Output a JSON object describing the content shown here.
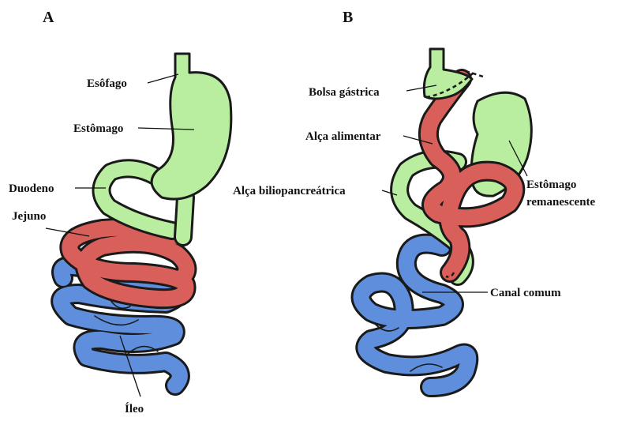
{
  "panel_a": {
    "letter": "A",
    "labels": {
      "esophagus": "Esôfago",
      "stomach": "Estômago",
      "duodenum": "Duodeno",
      "jejunum": "Jejuno",
      "ileum": "Íleo"
    }
  },
  "panel_b": {
    "letter": "B",
    "labels": {
      "gastric_pouch": "Bolsa gástrica",
      "alimentary_limb": "Alça alimentar",
      "biliopancreatic_limb": "Alça biliopancreátrica",
      "remnant_stomach_line1": "Estômago",
      "remnant_stomach_line2": "remanescente",
      "common_channel": "Canal comum"
    }
  },
  "colors": {
    "stomach_green": "#b9eea0",
    "jejunum_red": "#d9605a",
    "ileum_blue": "#5f8fdc",
    "outline": "#1a1a1a"
  }
}
